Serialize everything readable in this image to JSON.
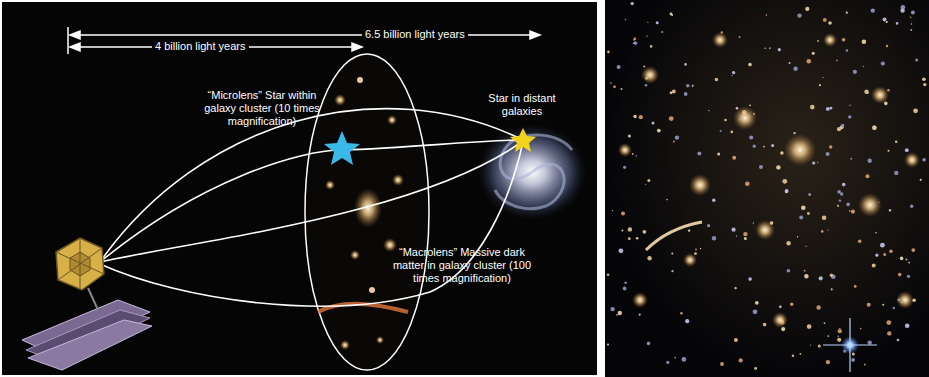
{
  "diagram": {
    "labels": [
      "4 billion light years",
      "6.5 billion light years",
      "“Microlens” Star within galaxy cluster (10 times magnification)",
      "Star in distant galaxies",
      "“Macrolens” Massive dark matter in galaxy cluster (100 times magnification)"
    ]
  }
}
